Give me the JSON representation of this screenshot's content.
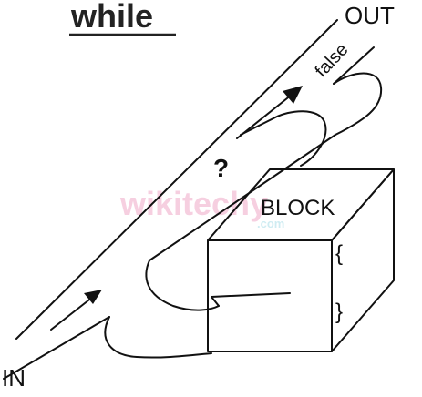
{
  "diagram": {
    "title": "while",
    "label_in": "IN",
    "label_out": "OUT",
    "label_false": "false",
    "label_condition": "?",
    "label_block": "BLOCK",
    "brace_open": "{",
    "brace_close": "}",
    "watermark_brand": "wikitechy",
    "watermark_domain": ".com"
  },
  "colors": {
    "ink": "#111111",
    "watermark_pink": "#f0a8c8",
    "watermark_cyan": "#a8dde8"
  }
}
